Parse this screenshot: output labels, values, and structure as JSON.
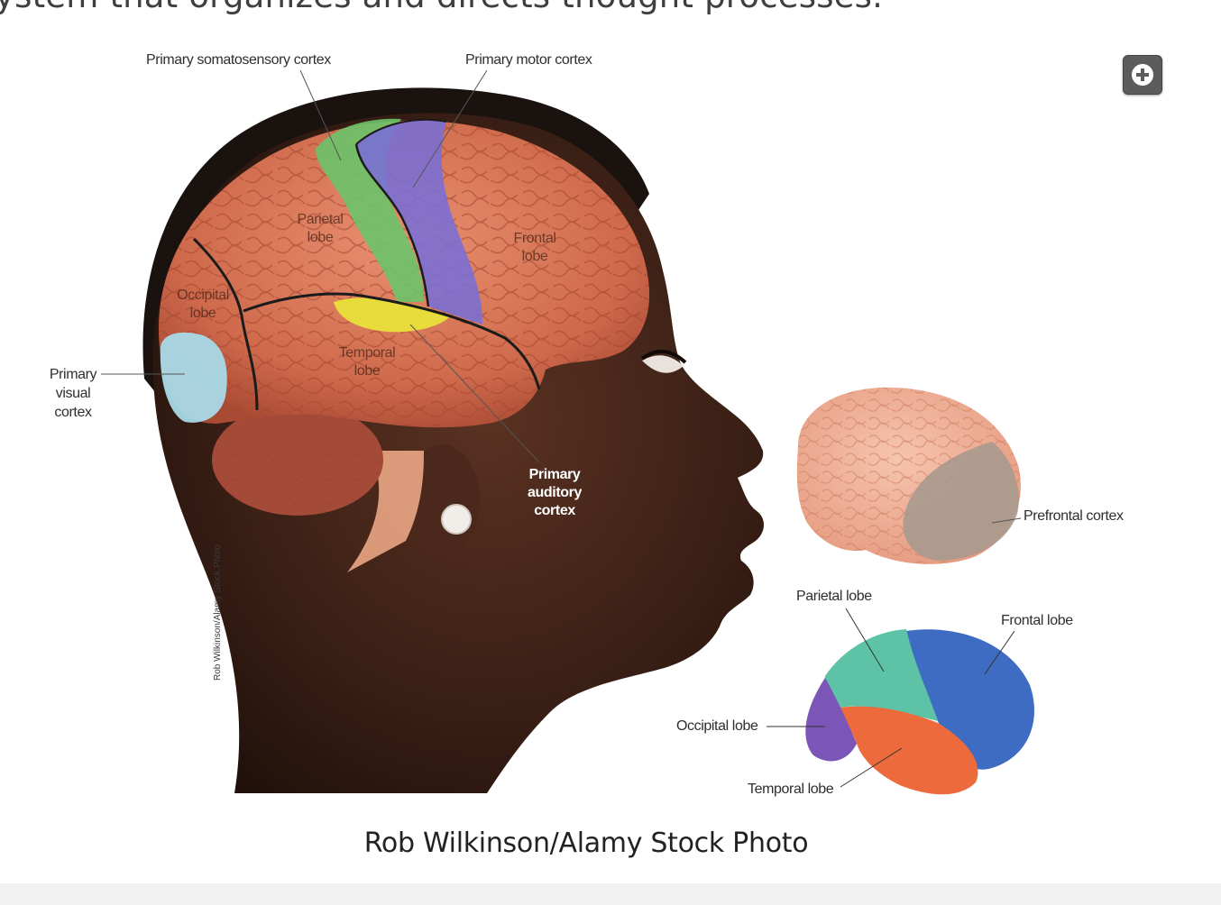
{
  "article": {
    "top_text_fragment": "ystem that organizes and directs thought processes."
  },
  "figure": {
    "labels": {
      "primary_somatosensory_cortex": "Primary somatosensory cortex",
      "primary_motor_cortex": "Primary motor cortex",
      "parietal_lobe_on_brain": "Parietal lobe",
      "frontal_lobe_on_brain": "Frontal lobe",
      "occipital_lobe_on_brain": "Occipital lobe",
      "temporal_lobe_on_brain": "Temporal lobe",
      "primary_visual_cortex": "Primary visual cortex",
      "primary_auditory_cortex": "Primary auditory cortex",
      "prefrontal_cortex": "Prefrontal cortex",
      "parietal_lobe": "Parietal lobe",
      "frontal_lobe": "Frontal lobe",
      "occipital_lobe": "Occipital lobe",
      "temporal_lobe": "Temporal lobe"
    },
    "vertical_credit": "Rob Wilkinson/Alamy Stock Photo",
    "caption": "Rob Wilkinson/Alamy Stock Photo",
    "zoom_icon": "plus-icon"
  },
  "colors": {
    "somatosensory": "#6cc36a",
    "motor": "#7b6fd4",
    "auditory": "#e8e23a",
    "visual": "#a9d9e8",
    "brain": "#d9785a",
    "skin": "#3b2118",
    "small_parietal": "#5ec3a6",
    "small_frontal": "#3d6cc2",
    "small_occipital": "#7b56b8",
    "small_temporal": "#ec6a3c",
    "prefrontal": "#a99a8e"
  }
}
